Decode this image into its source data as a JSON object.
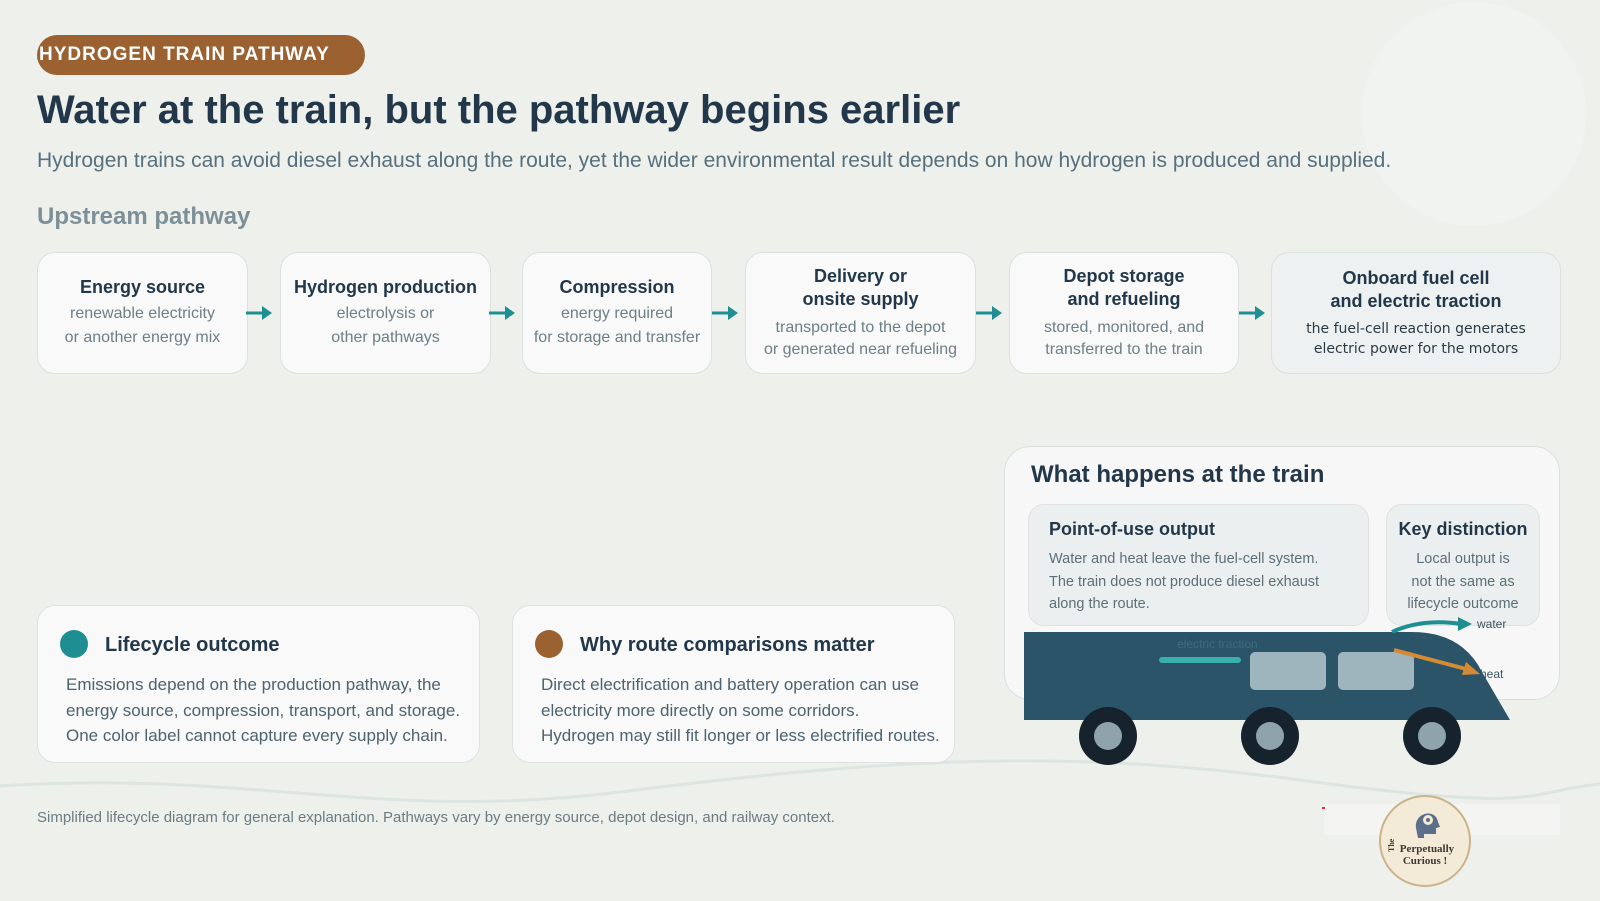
{
  "badge": "HYDROGEN TRAIN PATHWAY",
  "title": "Water at the train, but the pathway begins earlier",
  "subtitle": "Hydrogen trains can avoid diesel exhaust along the route, yet the wider environmental result depends on how hydrogen is produced and supplied.",
  "upstream": {
    "label": "Upstream pathway",
    "steps": [
      {
        "title": "Energy source",
        "desc": "renewable electricity\nor another energy mix"
      },
      {
        "title": "Hydrogen production",
        "desc": "electrolysis or\nother pathways"
      },
      {
        "title": "Compression",
        "desc": "energy required\nfor storage and transfer"
      },
      {
        "title": "Delivery or\nonsite supply",
        "desc": "transported to the depot\nor generated near refueling"
      },
      {
        "title": "Depot storage\nand refueling",
        "desc": "stored, monitored, and\ntransferred to the train"
      },
      {
        "title": "Onboard fuel cell\nand electric traction",
        "desc": "the fuel-cell reaction generates\nelectric power for the motors"
      }
    ]
  },
  "cards": {
    "lifecycle": {
      "title": "Lifecycle outcome",
      "body": "Emissions depend on the production pathway, the\nenergy source, compression, transport, and storage.\nOne color label cannot capture every supply chain.",
      "dot_color": "#1f8e93"
    },
    "route": {
      "title": "Why route comparisons matter",
      "body": "Direct electrification and battery operation can use\nelectricity more directly on some corridors.\nHydrogen may still fit longer or less electrified routes.",
      "dot_color": "#9b6130"
    }
  },
  "train_panel": {
    "title": "What happens at the train",
    "point_of_use": {
      "title": "Point-of-use output",
      "body": "Water and heat leave the fuel-cell system.\nThe train does not produce diesel exhaust\nalong the route."
    },
    "key_distinction": {
      "title": "Key distinction",
      "body": "Local output is\nnot the same as\nlifecycle outcome"
    },
    "labels": {
      "water": "water",
      "heat": "heat",
      "electric_traction": "electric traction"
    }
  },
  "footnote": "Simplified lifecycle diagram for general explanation. Pathways vary by energy source, depot design, and railway context.",
  "logo": {
    "line1": "Perpetually",
    "line2": "Curious !",
    "prefix": "The"
  },
  "colors": {
    "teal": "#1f8e93",
    "brown": "#9b6130",
    "navy": "#22384a",
    "train_body": "#2c5468",
    "heat_arrow": "#d58a34"
  }
}
